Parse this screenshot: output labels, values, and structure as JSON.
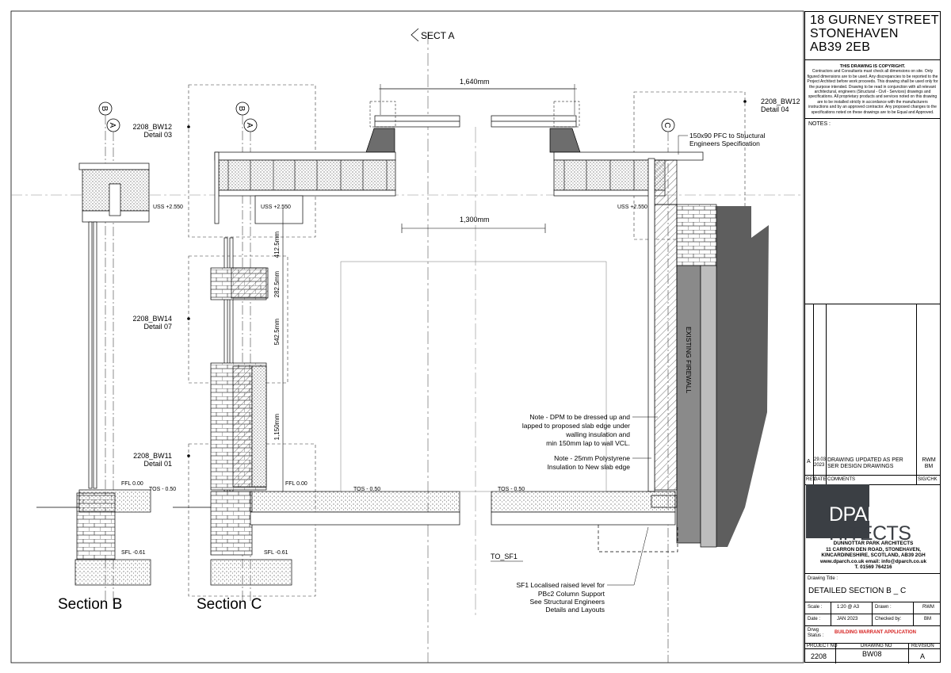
{
  "title_block": {
    "address": [
      "18 GURNEY STREET",
      "STONEHAVEN",
      "AB39 2EB"
    ],
    "copyright_heading": "THIS DRAWING IS COPYRIGHT.",
    "copyright_text": "Contractors and Consultants must check all dimensions on site. Only figured dimensions are to be used. Any discrepancies to be reported to the Project Architect before work proceeds. This drawing shall be used only for the purpose intended. Drawing to be read in conjunction with all relevant architectural, engineers (Structural - Civil - Services) drawings and specifications. All proprietary products and services noted on this drawing are to be installed strictly in accordance with the manufacturers instructions and by an approved contractor. Any proposed changes to the specifications noted on these drawings are to be Equal and Approved.",
    "notes_label": "NOTES :",
    "revision": {
      "rev": "A",
      "date": "29.03 2023",
      "comment": "DRAWING UPDATED AS PER SER DESIGN DRAWINGS",
      "sig": "RWM BM"
    },
    "rev_headers": {
      "rev": "REV",
      "date": "DATE",
      "comments": "COMMENTS",
      "sig": "SIG/CHK"
    },
    "logo": {
      "part1": "DPARC",
      "part2": "HITECTS"
    },
    "company": [
      "DUNNOTTAR PARK ARCHITECTS",
      "11 CARRON DEN ROAD, STONEHAVEN,",
      "KINCARDINESHIRE, SCOTLAND, AB39 2GH",
      "www.dparch.co.uk    email: info@dparch.co.uk",
      "T. 01569 764216"
    ],
    "drawing_title_label": "Drawing Title :",
    "drawing_title": "DETAILED SECTION B _ C",
    "scale_label": "Scale :",
    "scale": "1:20 @ A3",
    "drawn_label": "Drawn :",
    "drawn": "RWM",
    "date_label": "Date :",
    "date": "JAN 2023",
    "checked_label": "Checked by:",
    "checked": "BM",
    "status_label": "Drwg Status :",
    "status": "BUILDING WARRANT APPLICATION",
    "project_no_label": "PROJECT NO",
    "project_no": "2208",
    "drawing_no_label": "DRAWING NO",
    "drawing_no": "BW08",
    "revision_label": "REVISION",
    "revision_value": "A",
    "accent_color": "#d6201f"
  },
  "drawing": {
    "sect_a": "SECT A",
    "grid_b": "B",
    "grid_a": "A",
    "grid_c": "C",
    "dims": {
      "d1640": "1,640mm",
      "d1300": "1,300mm",
      "d412": "412.5mm",
      "d282": "282.5mm",
      "d542": "542.5mm",
      "d1150": "1,150mm"
    },
    "detail_refs": [
      {
        "code": "2208_BW12",
        "detail": "Detail 03"
      },
      {
        "code": "2208_BW14",
        "detail": "Detail 07"
      },
      {
        "code": "2208_BW11",
        "detail": "Detail 01"
      },
      {
        "code": "2208_BW12",
        "detail": "Detail 04"
      }
    ],
    "levels": {
      "uss": "USS +2.550",
      "ffl": "FFL 0.00",
      "tos": "TOS - 0.50",
      "sfl": "SFL -0.61",
      "to_sf1": "TO_SF1"
    },
    "notes": {
      "pfc": [
        "150x90 PFC to Structural",
        "Engineers Specification"
      ],
      "dpm": [
        "Note - DPM to be dressed up and",
        "lapped to proposed slab edge under",
        "walling insulation and",
        "min 150mm lap to wall VCL."
      ],
      "poly": [
        "Note - 25mm Polystyrene",
        "Insulation to New slab edge"
      ],
      "sf1": [
        "SF1 Localised raised level for",
        "PBc2 Column Support",
        "See Structural Engineers",
        "Details and Layouts"
      ],
      "firewall": "EXISTING FIREWALL"
    },
    "section_b": "Section B",
    "section_c": "Section C"
  }
}
